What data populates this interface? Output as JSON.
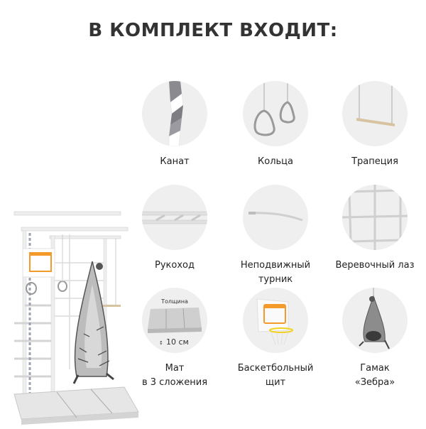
{
  "header": {
    "title": "В КОМПЛЕКТ ВХОДИТ:"
  },
  "items": [
    {
      "id": "rope",
      "icon": "rope-icon",
      "label_lines": [
        "Канат"
      ]
    },
    {
      "id": "rings",
      "icon": "gymnastic-rings-icon",
      "label_lines": [
        "Кольца"
      ]
    },
    {
      "id": "trapeze",
      "icon": "trapeze-icon",
      "label_lines": [
        "Трапеция"
      ]
    },
    {
      "id": "monkey-bars",
      "icon": "monkey-bars-icon",
      "label_lines": [
        "Рукоход"
      ]
    },
    {
      "id": "pull-up-bar",
      "icon": "pull-up-bar-icon",
      "label_lines": [
        "Неподвижный",
        "турник"
      ]
    },
    {
      "id": "rope-net",
      "icon": "rope-net-icon",
      "label_lines": [
        "Веревочный лаз"
      ]
    },
    {
      "id": "mat",
      "icon": "folding-mat-icon",
      "label_lines": [
        "Мат",
        "в 3 сложения"
      ],
      "thickness_label": "Толщина",
      "thickness_value": "10 см"
    },
    {
      "id": "basketball",
      "icon": "basketball-hoop-icon",
      "label_lines": [
        "Баскетбольный",
        "щит"
      ]
    },
    {
      "id": "hammock",
      "icon": "zebra-hammock-icon",
      "label_lines": [
        "Гамак",
        "«Зебра»"
      ]
    }
  ],
  "colors": {
    "title": "#333333",
    "circle_bg": "#efefef",
    "accent_orange": "#f39a2b",
    "hoop_yellow": "#f2d21b"
  }
}
